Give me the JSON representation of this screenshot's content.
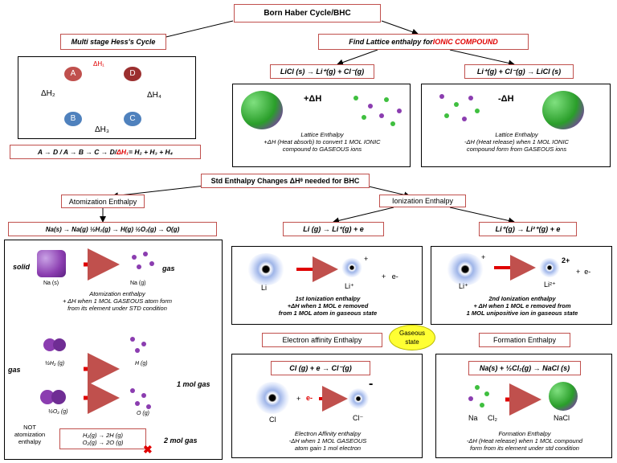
{
  "title": "Born Haber Cycle/BHC",
  "hess": {
    "header": "Multi stage Hess's Cycle",
    "nodes": [
      "A",
      "D",
      "B",
      "C"
    ],
    "dh1": "ΔH₁",
    "dh2": "ΔH₂",
    "dh3": "ΔH₃",
    "dh4": "ΔH₄",
    "formula_prefix": "A → D / A → B → C → D/ ",
    "formula_red": "ΔH₁",
    "formula_suffix": " = H₂ + H₃ + H₄"
  },
  "lattice": {
    "header_prefix": "Find Lattice enthalpy for ",
    "header_red": "IONIC COMPOUND",
    "eq_left": "LiCl (s) → Li⁺(g) + Cl⁻(g)",
    "eq_right": "Li⁺(g) + Cl⁻(g) → LiCl (s)",
    "left_arrow_label": "+ΔH",
    "right_arrow_label": "-ΔH",
    "left_caption": [
      "Lattice Enthalpy",
      "+ΔH (Heat absorb) to convert 1 MOL IONIC",
      "compound to GASEOUS ions"
    ],
    "right_caption": [
      "Lattice Enthalpy",
      "-ΔH (Heat release) when 1 MOL IONIC",
      "compound form from GASEOUS ions"
    ]
  },
  "std": {
    "header": "Std Enthalpy Changes ΔHᶿ needed for BHC"
  },
  "atomization": {
    "header": "Atomization Enthalpy",
    "equations": "Na(s) →  Na(g)    ½H₂(g) → H(g)    ½O₂(g) → O(g)",
    "solid": "solid",
    "gas": "gas",
    "na_s": "Na (s)",
    "na_g": "Na (g)",
    "caption": [
      "Atomization enthalpy",
      "+ ΔH when 1 MOL GASEOUS atom form",
      "from its element under STD condition"
    ],
    "gas_side": "gas",
    "h2_label": "½H₂ (g)",
    "h_label": "H (g)",
    "o2_label": "½O₂ (g)",
    "o_label": "O (g)",
    "one_mol": "1 mol gas",
    "not_label": [
      "NOT",
      "atomization",
      "enthalpy"
    ],
    "not_eq1": "H₂(g)   →  2H (g)",
    "not_eq2": "O₂(g)   → 2O (g)",
    "two_mol": "2 mol gas"
  },
  "ionization": {
    "header": "Ionization Enthalpy",
    "eq_left": "Li (g) → Li⁺(g) + e",
    "eq_right": "Li⁺(g) → Li²⁺(g) + e",
    "li": "Li",
    "li_plus": "Li⁺",
    "plus": "+",
    "e": "e-",
    "li_plus2": "Li⁺",
    "li2": "Li²⁺",
    "two_plus": "2+",
    "plus_sign": "+",
    "left_caption": [
      "1st Ionization  enthalpy",
      "+ΔH when 1 MOL e removed",
      "from 1 MOL atom in gaseous state"
    ],
    "right_caption": [
      "2nd Ionization  enthalpy",
      "+ ΔH when 1 MOL e removed  from",
      "1 MOL unipositive ion in gaseous state"
    ]
  },
  "cloud_label": [
    "Gaseous",
    "state"
  ],
  "electron_affinity": {
    "header": "Electron affinity Enthalpy",
    "equation": "Cl (g) + e → Cl⁻(g)",
    "cl": "Cl",
    "plus": "+",
    "e": "e-",
    "cl_minus": "Cl⁻",
    "minus": "-",
    "caption": [
      "Electron Affinity  enthalpy",
      "-ΔH when 1 MOL GASEOUS",
      "atom gain 1 mol electron"
    ]
  },
  "formation": {
    "header": "Formation Enthalpy",
    "equation": "Na(s) + ½Cl₂(g) → NaCl (s)",
    "na": "Na",
    "cl2": "Cl₂",
    "nacl": "NaCl",
    "caption": [
      "Formation Enthalpy",
      "-ΔH (Heat release) when 1 MOL  compound",
      "form from its element under std condition"
    ]
  },
  "colors": {
    "box_border": "#c0504d",
    "red": "#e00000",
    "node_red": "#c0504d",
    "node_blue": "#4f81bd",
    "purple": "#8b3db0",
    "green": "#3fbf3f"
  }
}
